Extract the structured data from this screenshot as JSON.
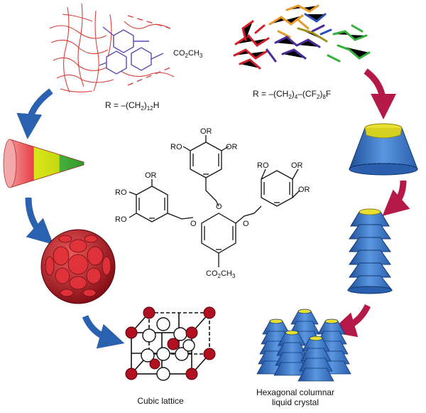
{
  "labels": {
    "r_left_prefix": "R = –(CH",
    "r_left_sub": "2",
    "r_left_suffix": ")",
    "r_left_sub2": "12",
    "r_left_end": "H",
    "r_right_prefix": "R = –(CH",
    "r_right_sub": "2",
    "r_right_mid": ")",
    "r_right_sub2": "4",
    "r_right_mid2": "–(CF",
    "r_right_sub3": "2",
    "r_right_mid3": ")",
    "r_right_sub4": "8",
    "r_right_end": "F",
    "co2ch3_top_a": "CO",
    "co2ch3_top_sub": "2",
    "co2ch3_top_b": "CH",
    "co2ch3_top_sub2": "3",
    "cubic": "Cubic lattice",
    "hex_line1": "Hexagonal columnar",
    "hex_line2": "liquid crystal"
  },
  "molecule": {
    "or": "OR",
    "ro": "RO",
    "o": "O",
    "ester_a": "CO",
    "ester_sub": "2",
    "ester_b": "CH",
    "ester_sub2": "3"
  },
  "colors": {
    "blue_arrow": "#2a62b0",
    "crimson_arrow": "#b51948",
    "cone_red": "#e8404a",
    "cone_yellow": "#d6e61a",
    "cone_green": "#3fae3a",
    "ball_red": "#c4121e",
    "column_blue": "#3a78c8",
    "column_yellow": "#e8e030"
  }
}
